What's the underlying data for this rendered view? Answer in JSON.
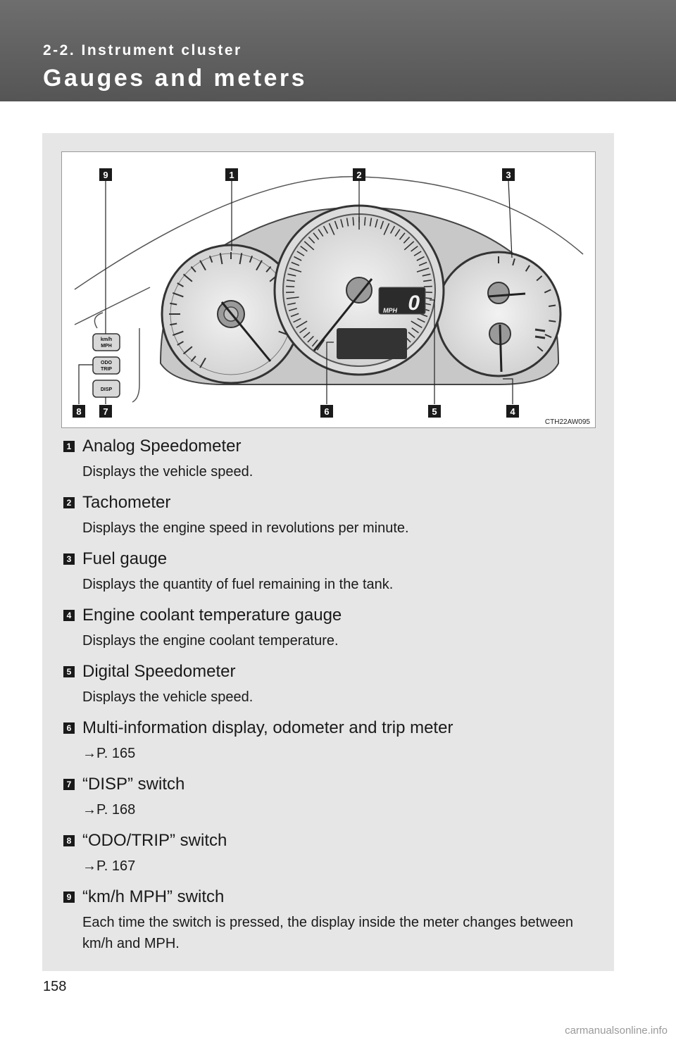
{
  "header": {
    "section": "2-2. Instrument cluster",
    "title": "Gauges and meters"
  },
  "figure": {
    "code": "CTH22AW095",
    "callout_labels": [
      "9",
      "1",
      "2",
      "3",
      "8",
      "7",
      "6",
      "5",
      "4"
    ],
    "switch_labels": {
      "kmh_top": "km/h",
      "kmh_bottom": "MPH",
      "odo_top": "ODO",
      "odo_bottom": "TRIP",
      "disp": "DISP"
    },
    "digital_speed": {
      "value": "0",
      "unit": "MPH"
    }
  },
  "items": [
    {
      "num": "1",
      "title": "Analog Speedometer",
      "desc": "Displays the vehicle speed."
    },
    {
      "num": "2",
      "title": "Tachometer",
      "desc": "Displays the engine speed in revolutions per minute."
    },
    {
      "num": "3",
      "title": "Fuel gauge",
      "desc": "Displays the quantity of fuel remaining in the tank."
    },
    {
      "num": "4",
      "title": "Engine coolant temperature gauge",
      "desc": "Displays the engine coolant temperature."
    },
    {
      "num": "5",
      "title": "Digital Speedometer",
      "desc": "Displays the vehicle speed."
    },
    {
      "num": "6",
      "title": "Multi-information display, odometer and trip meter",
      "desc": "→P. 165"
    },
    {
      "num": "7",
      "title": "“DISP” switch",
      "desc": "→P. 168"
    },
    {
      "num": "8",
      "title": "“ODO/TRIP” switch",
      "desc": "→P. 167"
    },
    {
      "num": "9",
      "title": "“km/h MPH” switch",
      "desc": "Each time the switch is pressed, the display inside the meter changes between km/h and MPH."
    }
  ],
  "page_number": "158",
  "watermark": "carmanualsonline.info"
}
